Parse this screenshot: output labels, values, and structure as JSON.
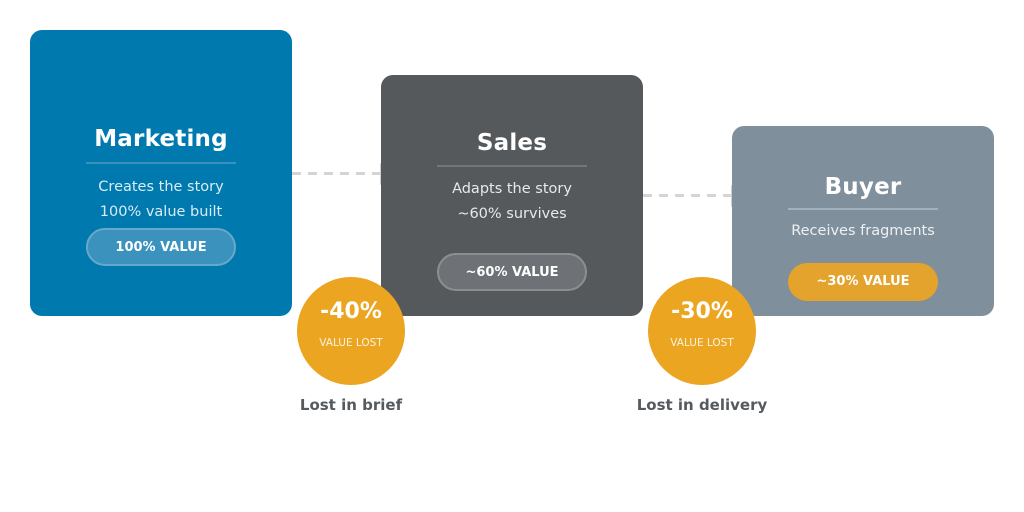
{
  "stages": [
    {
      "title": "Marketing",
      "description": [
        "Creates the story",
        "100% value built"
      ],
      "badge": "100% VALUE",
      "color": "#0079ae"
    },
    {
      "title": "Sales",
      "description": [
        "Adapts the story",
        "~60% survives"
      ],
      "badge": "~60% VALUE",
      "color": "#55595c"
    },
    {
      "title": "Buyer",
      "description": [
        "Receives fragments"
      ],
      "badge": "~30% VALUE",
      "color": "#7f8f9c"
    }
  ],
  "losses": [
    {
      "percent": "-40%",
      "label": "VALUE LOST",
      "caption": "Lost in brief"
    },
    {
      "percent": "-30%",
      "label": "VALUE LOST",
      "caption": "Lost in delivery"
    }
  ],
  "colors": {
    "accent": "#eba521",
    "connector": "#d0d0d0",
    "caption": "#555a5e"
  }
}
